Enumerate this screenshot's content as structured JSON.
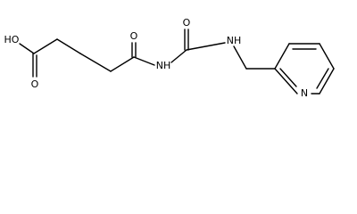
{
  "molecule": {
    "atoms": {
      "hydroxyl": "HO",
      "carboxyl_oxygen": "O",
      "amide_oxygen": "O",
      "imide_nitrogen": "NH",
      "urea_oxygen": "O",
      "amine_nitrogen": "NH",
      "pyridine_nitrogen": "N"
    }
  },
  "colors": {
    "bond": "#000000",
    "label": "#000000",
    "background": "#ffffff"
  }
}
